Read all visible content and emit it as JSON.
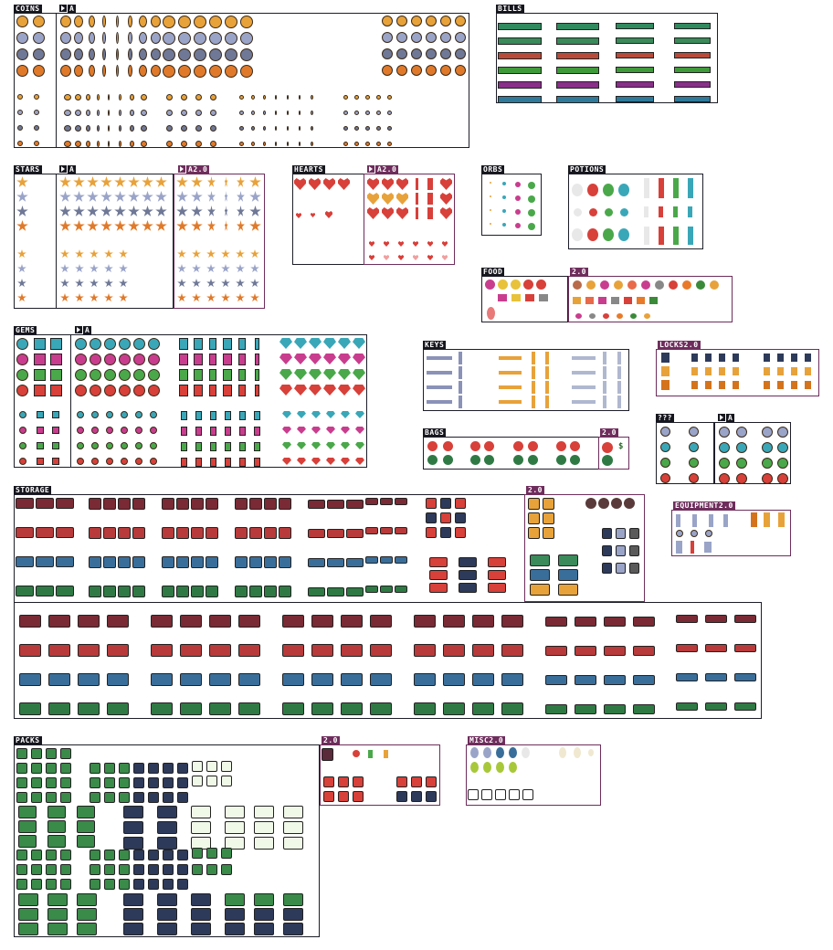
{
  "sections": {
    "coins": {
      "title": "COINS",
      "anim_label": "A"
    },
    "bills": {
      "title": "BILLS"
    },
    "stars": {
      "title": "STARS",
      "anim_label": "A",
      "v2_label": "A2.0"
    },
    "hearts": {
      "title": "HEARTS",
      "v2_label": "A2.0"
    },
    "orbs": {
      "title": "ORBS"
    },
    "potions": {
      "title": "POTIONS"
    },
    "food": {
      "title": "FOOD",
      "v2_label": "2.0"
    },
    "gems": {
      "title": "GEMS",
      "anim_label": "A"
    },
    "keys": {
      "title": "KEYS"
    },
    "locks": {
      "title": "LOCKS2.0"
    },
    "bags": {
      "title": "BAGS",
      "v2_label": "2.0"
    },
    "mystery": {
      "title": "???",
      "anim_label": "A"
    },
    "storage": {
      "title": "STORAGE",
      "v2_label": "2.0"
    },
    "equipment": {
      "title": "EQUIPMENT2.0"
    },
    "packs": {
      "title": "PACKS",
      "v2_label": "2.0"
    },
    "misc": {
      "title": "MISC2.0"
    },
    "bills_currency_glyph": "$"
  },
  "palette": {
    "gold": "#e8a23a",
    "gold_dark": "#b66a1e",
    "silver": "#9aa4c8",
    "steel": "#6f7896",
    "bronze": "#e07a2a",
    "copper": "#d4731c",
    "teal": "#3aa7b8",
    "magenta": "#c93d8e",
    "green": "#4aa84a",
    "red": "#d8403a",
    "navy": "#2e3a5a",
    "dark_red": "#7a2a34",
    "blue_chest": "#3a6e9a",
    "green_chest": "#2f7a44",
    "wood": "#6a3a2a",
    "v2_frame": "#6e2d5c",
    "frame": "#1e1e2a"
  }
}
